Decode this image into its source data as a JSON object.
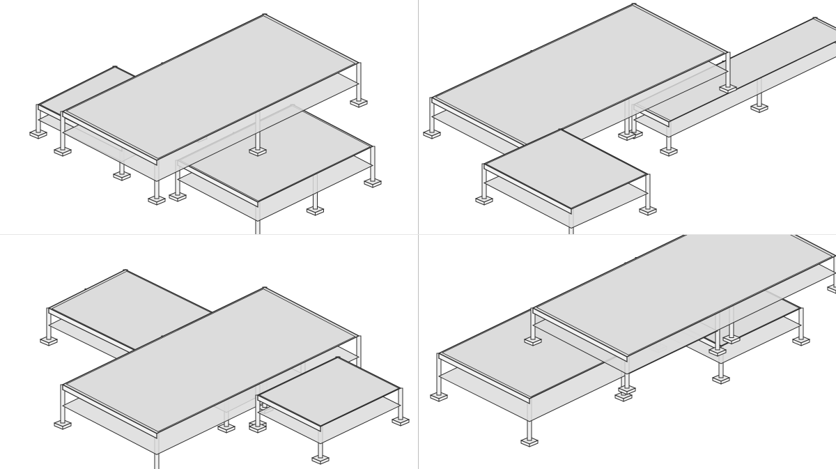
{
  "views": [
    {
      "name": "view-top-left",
      "main_slab_axis": "x",
      "wing_a": "back",
      "wing_b": "front"
    },
    {
      "name": "view-top-right",
      "main_slab_axis": "x",
      "wing_a": "right",
      "wing_b": "front-left"
    },
    {
      "name": "view-bottom-left",
      "main_slab_axis": "x",
      "wing_a": "back",
      "wing_b": "right"
    },
    {
      "name": "view-bottom-right",
      "main_slab_axis": "x",
      "wing_a": "left",
      "wing_b": "back-right"
    }
  ],
  "colors": {
    "background": "#ffffff",
    "slab_top": "#dcdcdc",
    "slab_side": "#f2f2f2",
    "column": "#f0f0f0",
    "footing": "#e8e8e8",
    "line": "#2b2b2b",
    "divider": "#bdbdbd"
  }
}
